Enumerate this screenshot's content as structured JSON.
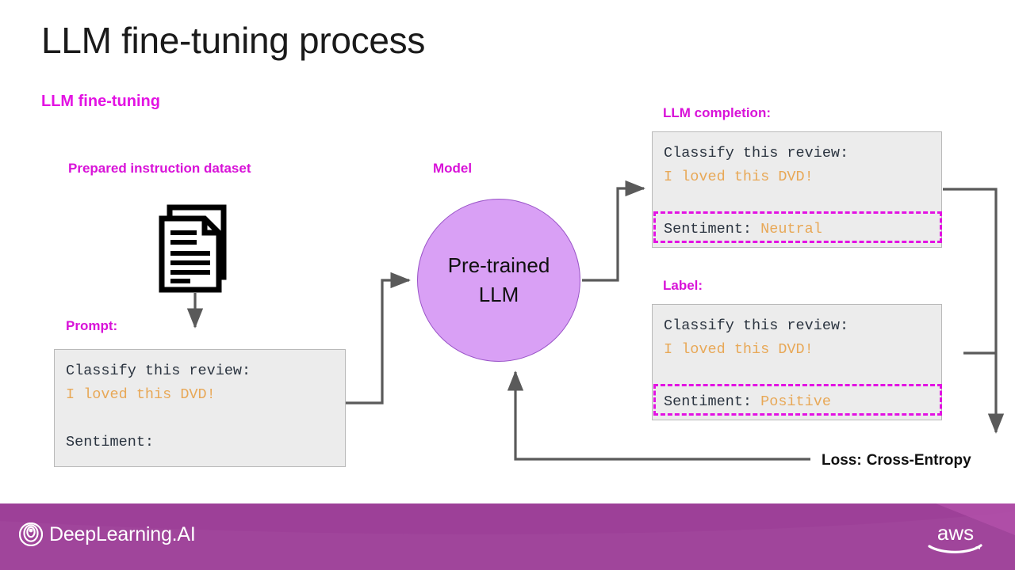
{
  "slide": {
    "title": "LLM fine-tuning process",
    "section_label": "LLM fine-tuning",
    "accent_magenta": "#e312e3",
    "accent_orange": "#e8a857",
    "box_bg": "#ececec",
    "model_fill": "#d9a0f5",
    "footer_bg": "#a0459b"
  },
  "captions": {
    "dataset": "Prepared instruction dataset",
    "model": "Model",
    "prompt": "Prompt:",
    "completion": "LLM completion:",
    "label": "Label:"
  },
  "prompt_box": {
    "line1": "Classify this review:",
    "line2": "I loved this DVD!",
    "line3": "",
    "line4": "Sentiment:"
  },
  "completion_box": {
    "line1": "Classify this review:",
    "line2": "I loved this DVD!",
    "sentiment_key": "Sentiment: ",
    "sentiment_value": "Neutral"
  },
  "label_box": {
    "line1": "Classify this review:",
    "line2": "I loved this DVD!",
    "sentiment_key": "Sentiment: ",
    "sentiment_value": "Positive"
  },
  "model": {
    "line1": "Pre-trained",
    "line2": "LLM"
  },
  "loss": {
    "key": "Loss:",
    "value": "Cross-Entropy"
  },
  "footer": {
    "brand": "DeepLearning.AI",
    "partner": "aws"
  }
}
